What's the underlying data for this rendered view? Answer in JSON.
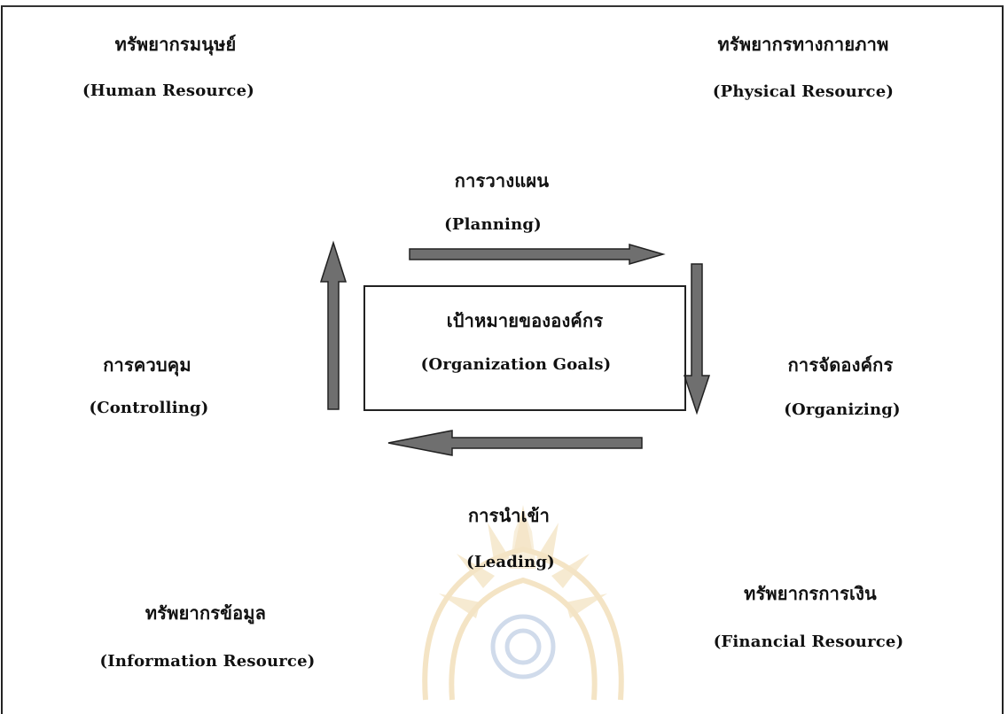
{
  "resources": {
    "human": {
      "thai": "ทรัพยากรมนุษย์",
      "english": "(Human Resource)"
    },
    "physical": {
      "thai": "ทรัพยากรทางกายภาพ",
      "english": "(Physical Resource)"
    },
    "information": {
      "thai": "ทรัพยากรข้อมูล",
      "english": "(Information Resource)"
    },
    "financial": {
      "thai": "ทรัพยากรการเงิน",
      "english": "(Financial Resource)"
    }
  },
  "functions": {
    "planning": {
      "thai": "การวางแผน",
      "english": "(Planning)"
    },
    "organizing": {
      "thai": "การจัดองค์กร",
      "english": "(Organizing)"
    },
    "leading": {
      "thai": "การนำเข้า",
      "english": "(Leading)"
    },
    "controlling": {
      "thai": "การควบคุม",
      "english": "(Controlling)"
    }
  },
  "center": {
    "thai": "เป้าหมายขององค์กร",
    "english": "(Organization Goals)"
  },
  "colors": {
    "arrow_fill": "#6f6f6f",
    "arrow_edge": "#222222",
    "text": "#111111",
    "watermark_gold": "#d9a233",
    "watermark_blue": "#5a7fb8"
  }
}
